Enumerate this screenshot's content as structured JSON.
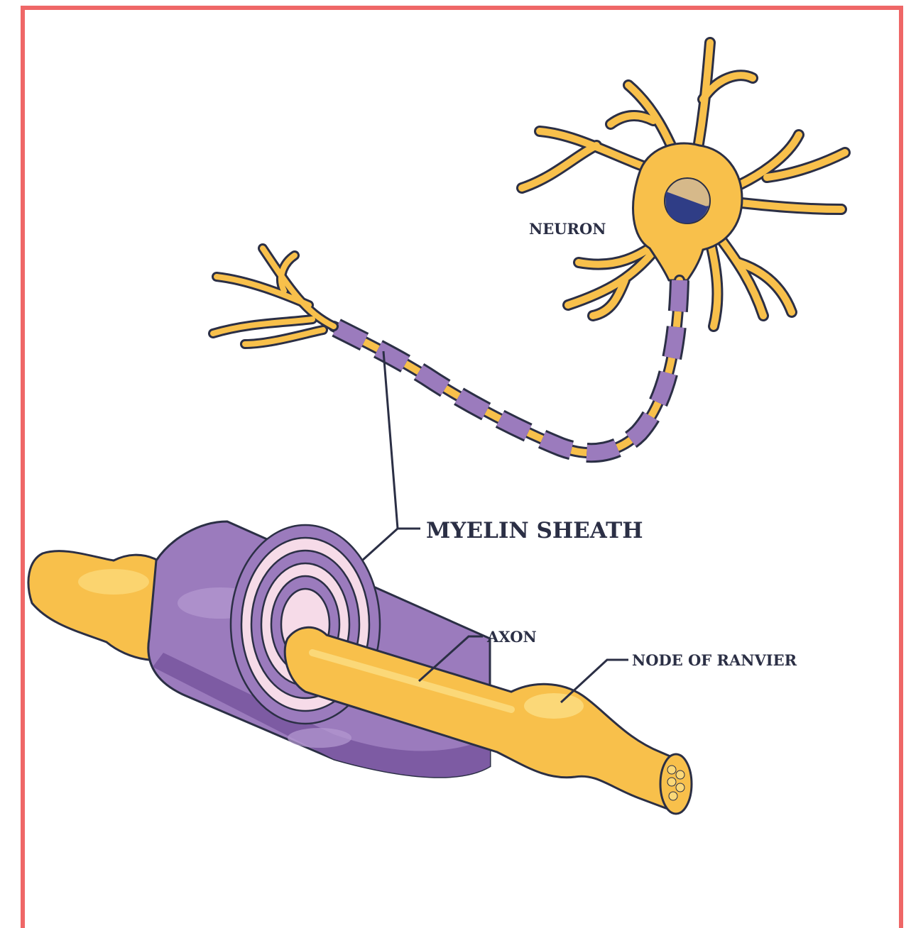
{
  "labels": {
    "neuron": "NEURON",
    "myelin_sheath": "MYELIN SHEATH",
    "axon": "AXON",
    "node_of_ranvier": "NODE OF RANVIER"
  },
  "colors": {
    "frame": "#ef6767",
    "axon_fill": "#f8c04b",
    "axon_light": "#fbd878",
    "myelin_fill": "#9b7bbd",
    "myelin_dark": "#7d5ba3",
    "myelin_pink": "#f6dbe8",
    "nucleus": "#2f3d86",
    "outline": "#2b2f45"
  }
}
